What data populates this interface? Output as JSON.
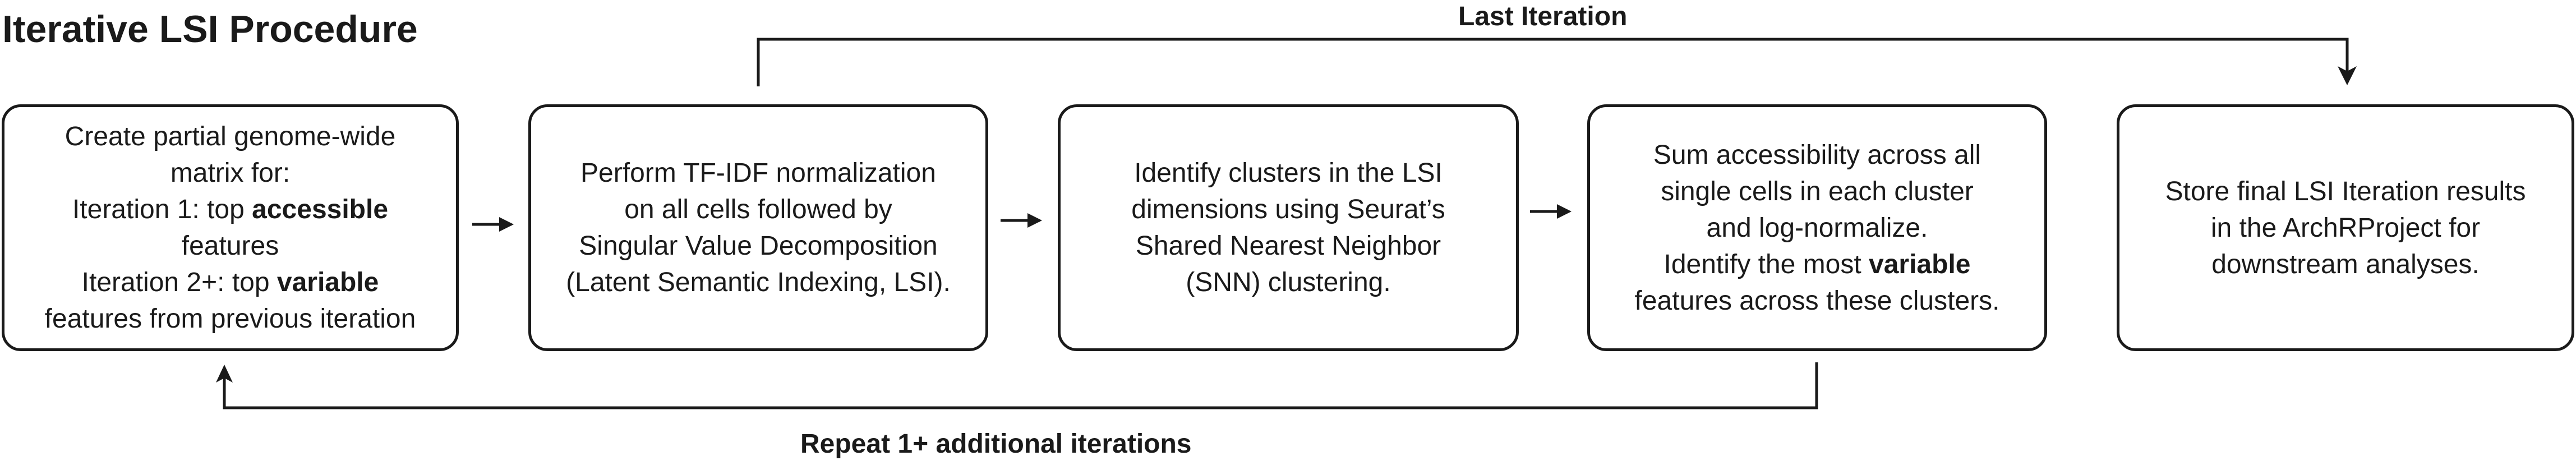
{
  "title": "Iterative LSI Procedure",
  "loop_labels": {
    "last_iteration": "Last Iteration",
    "repeat": "Repeat 1+ additional iterations"
  },
  "steps": [
    {
      "lines": [
        {
          "text": "Create partial genome-wide"
        },
        {
          "text": "matrix for:"
        },
        {
          "pre": "Iteration 1: top ",
          "bold": "accessible",
          "post": ""
        },
        {
          "text": "features"
        },
        {
          "pre": "Iteration 2+: top ",
          "bold": "variable",
          "post": ""
        },
        {
          "text": "features from previous iteration"
        }
      ]
    },
    {
      "lines": [
        {
          "text": "Perform TF-IDF normalization"
        },
        {
          "text": "on all cells followed by"
        },
        {
          "text": "Singular Value Decomposition"
        },
        {
          "text": "(Latent Semantic Indexing, LSI)."
        }
      ]
    },
    {
      "lines": [
        {
          "text": "Identify clusters in the LSI"
        },
        {
          "text": "dimensions using Seurat’s"
        },
        {
          "text": "Shared Nearest Neighbor"
        },
        {
          "text": "(SNN) clustering."
        }
      ]
    },
    {
      "lines": [
        {
          "text": "Sum accessibility across all"
        },
        {
          "text": "single cells in each cluster"
        },
        {
          "text": "and log-normalize."
        },
        {
          "pre": "Identify the most ",
          "bold": "variable",
          "post": ""
        },
        {
          "text": "features across these clusters."
        }
      ]
    },
    {
      "lines": [
        {
          "text": "Store final LSI Iteration results"
        },
        {
          "text": "in the ArchRProject for"
        },
        {
          "text": "downstream analyses."
        }
      ]
    }
  ]
}
